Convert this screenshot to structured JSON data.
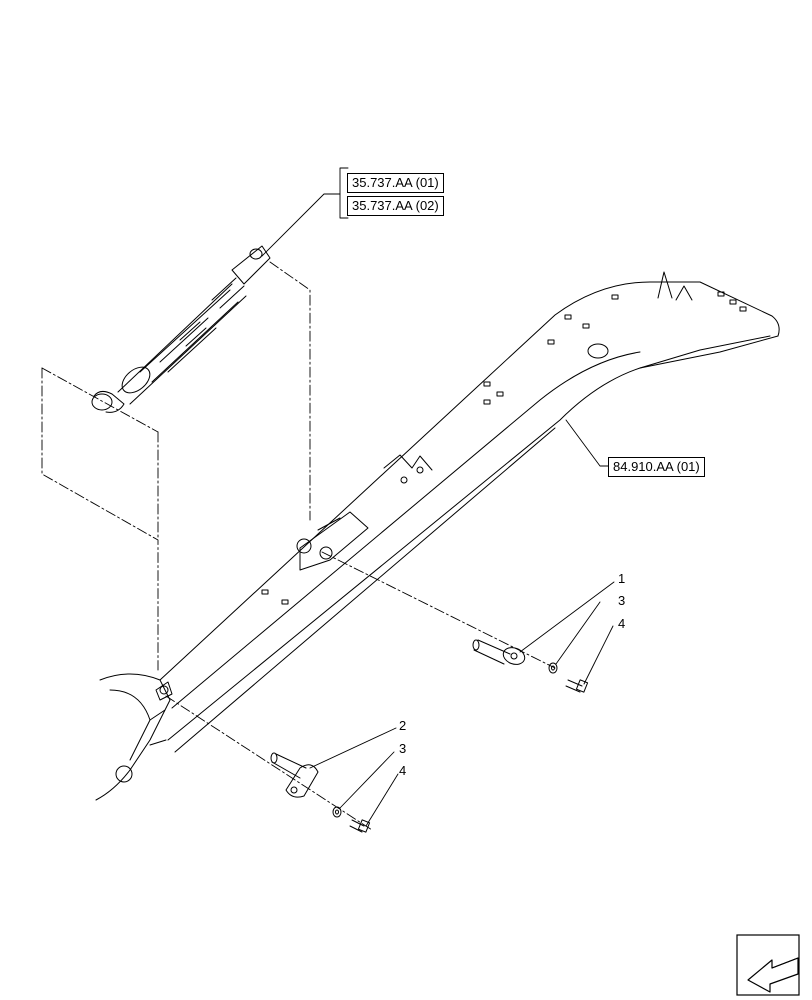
{
  "references": {
    "cylinder_ref_1": "35.737.AA (01)",
    "cylinder_ref_2": "35.737.AA (02)",
    "boom_ref": "84.910.AA (01)"
  },
  "callouts": {
    "upper_pin": "1",
    "upper_washer": "3",
    "upper_bolt": "4",
    "lower_pin": "2",
    "lower_washer": "3",
    "lower_bolt": "4"
  },
  "icons": {
    "navigation": "arrow-back-icon"
  }
}
